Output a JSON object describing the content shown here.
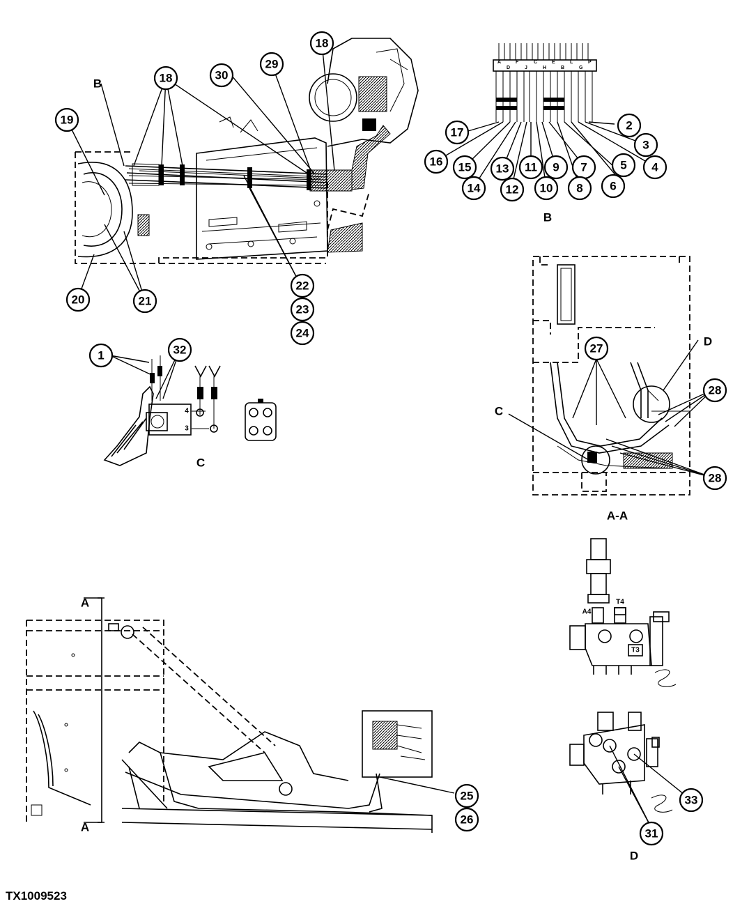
{
  "document_id": "TX1009523",
  "view_labels": {
    "b_pointer": "B",
    "b": "B",
    "c": "C",
    "c_pointer": "C",
    "d_pointer": "D",
    "aa": "A-A",
    "d": "D",
    "section_a_top": "A",
    "section_a_bottom": "A"
  },
  "callouts": {
    "c1": "1",
    "c2": "2",
    "c3": "3",
    "c4": "4",
    "c5": "5",
    "c6": "6",
    "c7": "7",
    "c8": "8",
    "c9": "9",
    "c10": "10",
    "c11": "11",
    "c12": "12",
    "c13": "13",
    "c14": "14",
    "c15": "15",
    "c16": "16",
    "c17": "17",
    "c18": "18",
    "c19": "19",
    "c20": "20",
    "c21": "21",
    "c22": "22",
    "c23": "23",
    "c24": "24",
    "c25": "25",
    "c26": "26",
    "c27": "27",
    "c28": "28",
    "c29": "29",
    "c30": "30",
    "c31": "31",
    "c32": "32",
    "c33": "33"
  },
  "port_labels": {
    "a4": "A4",
    "t4": "T4",
    "t3": "T3",
    "p4": "4",
    "p3": "3"
  },
  "connector_letters": [
    "A",
    "D",
    "F",
    "J",
    "C",
    "H",
    "E",
    "B",
    "L",
    "G",
    "P"
  ]
}
